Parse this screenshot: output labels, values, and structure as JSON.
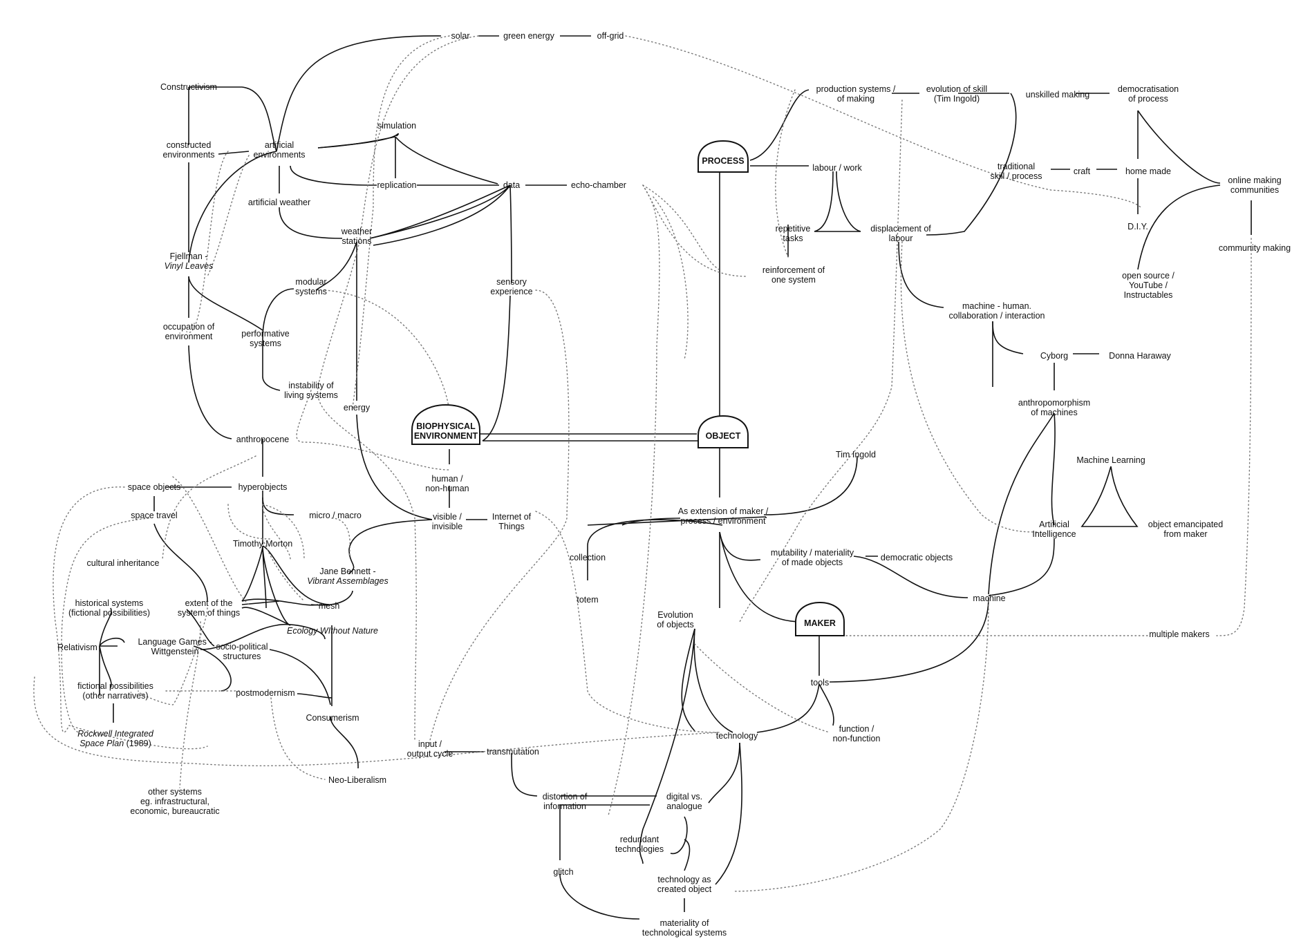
{
  "hubs": {
    "process": "PROCESS",
    "object": "OBJECT",
    "maker": "MAKER",
    "biophysical": [
      "BIOPHYSICAL",
      "ENVIRONMENT"
    ]
  },
  "nodes": {
    "solar": [
      "solar"
    ],
    "green_energy": [
      "green energy"
    ],
    "off_grid": [
      "off-grid"
    ],
    "constructivism": [
      "Constructivism"
    ],
    "constructed_env": [
      "constructed",
      "environments"
    ],
    "artificial_env": [
      "artificial",
      "environments"
    ],
    "simulation": [
      "simulation"
    ],
    "replication": [
      "replication"
    ],
    "data": [
      "data"
    ],
    "echo_chamber": [
      "echo-chamber"
    ],
    "artificial_weather": [
      "artificial weather"
    ],
    "weather_stations": [
      "weather",
      "stations"
    ],
    "fjellman": [
      [
        "Fjellman -"
      ],
      [
        "",
        "Vinyl Leaves"
      ]
    ],
    "modular_systems": [
      "modular",
      "systems"
    ],
    "sensory_experience": [
      "sensory",
      "experience"
    ],
    "occupation_env": [
      "occupation of",
      "environment"
    ],
    "performative_systems": [
      "performative",
      "systems"
    ],
    "instability": [
      "instability of",
      "living systems"
    ],
    "energy": [
      "energy"
    ],
    "anthropocene": [
      "anthropocene"
    ],
    "human_nonhuman": [
      "human /",
      "non-human"
    ],
    "space_objects": [
      "space objects"
    ],
    "hyperobjects": [
      "hyperobjects"
    ],
    "space_travel": [
      "space travel"
    ],
    "micro_macro": [
      "micro / macro"
    ],
    "visible_invisible": [
      "visible /",
      "invisible"
    ],
    "internet_things": [
      "Internet of",
      "Things"
    ],
    "timothy_morton": [
      "Timothy Morton"
    ],
    "cultural_inheritance": [
      "cultural inheritance"
    ],
    "jane_bennett": [
      [
        "Jane Bennett -"
      ],
      [
        "",
        "Vibrant Assemblages"
      ]
    ],
    "historical_systems": [
      "historical systems",
      "(fictional possibilities)"
    ],
    "extent_system": [
      "extent of the",
      "system of things"
    ],
    "mesh": [
      "mesh"
    ],
    "ecology": [
      [
        "",
        "Ecology WIthout Nature"
      ]
    ],
    "relativism": [
      "Relativism"
    ],
    "language_games": [
      "Language Games -",
      "Wittgenstein"
    ],
    "socio_political": [
      "socio-political",
      "structures"
    ],
    "fictional_possibilities": [
      "fictional possibilities",
      "(other narratives)"
    ],
    "postmodernism": [
      "postmodernism"
    ],
    "consumerism": [
      "Consumerism"
    ],
    "rockwell": [
      [
        "",
        "Rockwell Integrated"
      ],
      [
        "",
        "Space Plan",
        " (1989)"
      ]
    ],
    "input_output": [
      "input /",
      "output cycle"
    ],
    "transmutation": [
      "transmutation"
    ],
    "neo_liberalism": [
      "Neo-Liberalism"
    ],
    "other_systems": [
      "other systems",
      "eg. infrastructural,",
      "economic, bureaucratic"
    ],
    "distortion": [
      "distortion of",
      "information"
    ],
    "glitch": [
      "glitch"
    ],
    "production_systems": [
      "production systems /",
      "of making"
    ],
    "evolution_skill": [
      "evolution of skill",
      "(Tim Ingold)"
    ],
    "unskilled_making": [
      "unskilled making"
    ],
    "democratisation": [
      "democratisation",
      "of process"
    ],
    "labour_work": [
      "labour / work"
    ],
    "traditional_skill": [
      "traditional",
      "skill / process"
    ],
    "craft": [
      "craft"
    ],
    "home_made": [
      "home made"
    ],
    "online_making": [
      "online making",
      "communities"
    ],
    "repetitive_tasks": [
      "repetitive",
      "tasks"
    ],
    "displacement_labour": [
      "displacement of",
      "labour"
    ],
    "diy": [
      "D.I.Y."
    ],
    "community_making": [
      "community making"
    ],
    "reinforcement": [
      "reinforcement of",
      "one system"
    ],
    "open_source": [
      "open source /",
      "YouTube /",
      "Instructables"
    ],
    "machine_human": [
      "machine - human.",
      "collaboration / interaction"
    ],
    "cyborg": [
      "Cyborg"
    ],
    "donna_haraway": [
      "Donna Haraway"
    ],
    "anthropomorphism": [
      "anthropomorphism",
      "of machines"
    ],
    "tim_ingold": [
      "Tim Ingold"
    ],
    "machine_learning": [
      "Machine Learning"
    ],
    "extension_maker": [
      "As extension of maker /",
      "process / environment"
    ],
    "artificial_intelligence": [
      "Artificial",
      "Intelligence"
    ],
    "object_emancipated": [
      "object emancipated",
      "from maker"
    ],
    "collection": [
      "collection"
    ],
    "mutability": [
      "mutability / materiality",
      "of made objects"
    ],
    "democratic_objects": [
      "democratic objects"
    ],
    "totem": [
      "totem"
    ],
    "machine": [
      "machine"
    ],
    "evolution_objects": [
      "Evolution",
      "of objects"
    ],
    "multiple_makers": [
      "multiple makers"
    ],
    "tools": [
      "tools"
    ],
    "technology": [
      "technology"
    ],
    "function": [
      "function /",
      "non-function"
    ],
    "digital_analogue": [
      "digital vs.",
      "analogue"
    ],
    "redundant_tech": [
      "redundant",
      "technologies"
    ],
    "tech_created": [
      "technology as",
      "created object"
    ],
    "materiality_systems": [
      "materiality of",
      "technological systems"
    ]
  }
}
